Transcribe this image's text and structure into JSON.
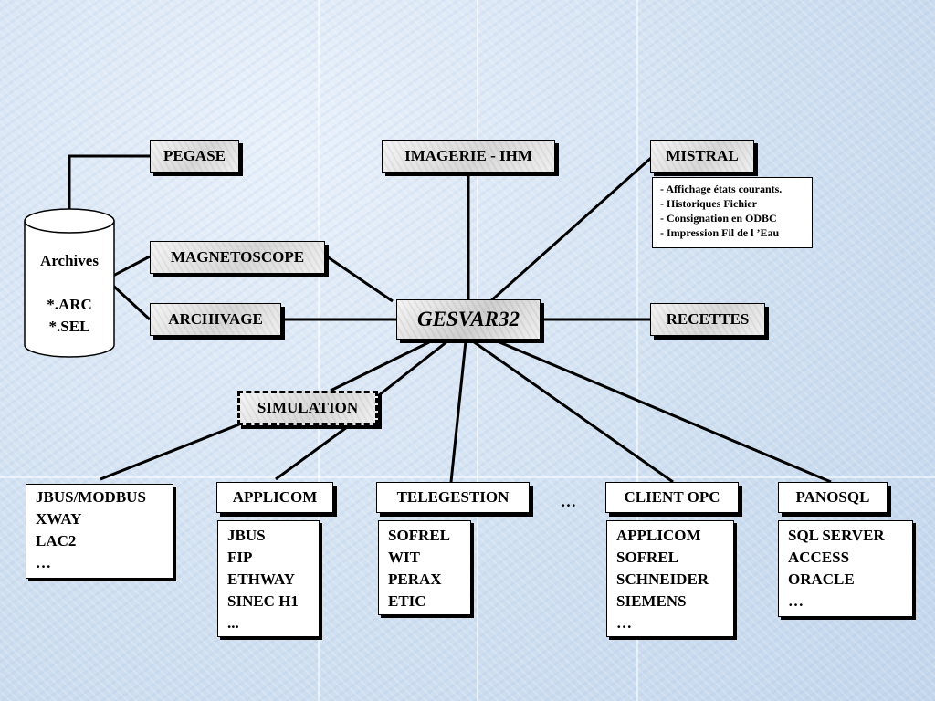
{
  "archives": {
    "title": "Archives",
    "lines": [
      "*.ARC",
      "*.SEL"
    ]
  },
  "center": "GESVAR32",
  "top_nodes": {
    "pegase": "PEGASE",
    "imagerie": "IMAGERIE - IHM",
    "mistral": "MISTRAL",
    "magnetoscope": "MAGNETOSCOPE",
    "archivage": "ARCHIVAGE",
    "recettes": "RECETTES",
    "simulation": "SIMULATION"
  },
  "mistral_notes": [
    "- Affichage états courants.",
    "- Historiques Fichier",
    "- Consignation en ODBC",
    "- Impression Fil de l ’Eau"
  ],
  "bottom_nodes": {
    "jbus_group": [
      "JBUS/MODBUS",
      "XWAY",
      "LAC2",
      "…"
    ],
    "applicom": {
      "label": "APPLICOM",
      "items": [
        "JBUS",
        "FIP",
        "ETHWAY",
        "SINEC H1",
        "..."
      ]
    },
    "telegestion": {
      "label": "TELEGESTION",
      "items": [
        "SOFREL",
        "WIT",
        "PERAX",
        "ETIC"
      ]
    },
    "ellipsis": "…",
    "client_opc": {
      "label": "CLIENT OPC",
      "items": [
        "APPLICOM",
        "SOFREL",
        "SCHNEIDER",
        "SIEMENS",
        "…"
      ]
    },
    "panosql": {
      "label": "PANOSQL",
      "items": [
        "SQL SERVER",
        "ACCESS",
        "ORACLE",
        "…"
      ]
    }
  }
}
